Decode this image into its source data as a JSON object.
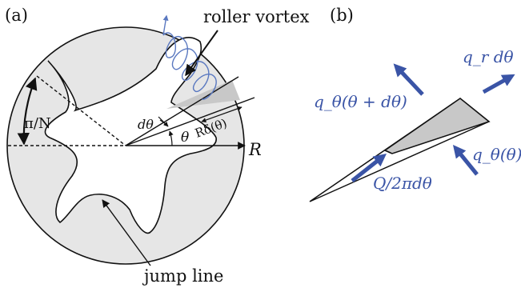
{
  "panel_a": {
    "tag": "(a)",
    "roller_vortex_label": "roller vortex",
    "jump_line_label": "jump line",
    "angle_pi_over_n": "π/N",
    "d_theta": "dθ",
    "theta": "θ",
    "r_delta_theta": "Rδ(θ)",
    "radius_label": "R"
  },
  "panel_b": {
    "tag": "(b)",
    "q_r_dtheta": "q_r dθ",
    "q_theta_plus": "q_θ(θ + dθ)",
    "q_theta": "q_θ(θ)",
    "q_source": "Q/2πdθ"
  },
  "colors": {
    "fill_gray": "#e6e6e6",
    "wedge_gray": "#c8c8c8",
    "arrow_blue": "#3a54a6",
    "vortex_blue": "#5a78c0",
    "text_blue": "#3a54a6",
    "ink": "#111111"
  }
}
